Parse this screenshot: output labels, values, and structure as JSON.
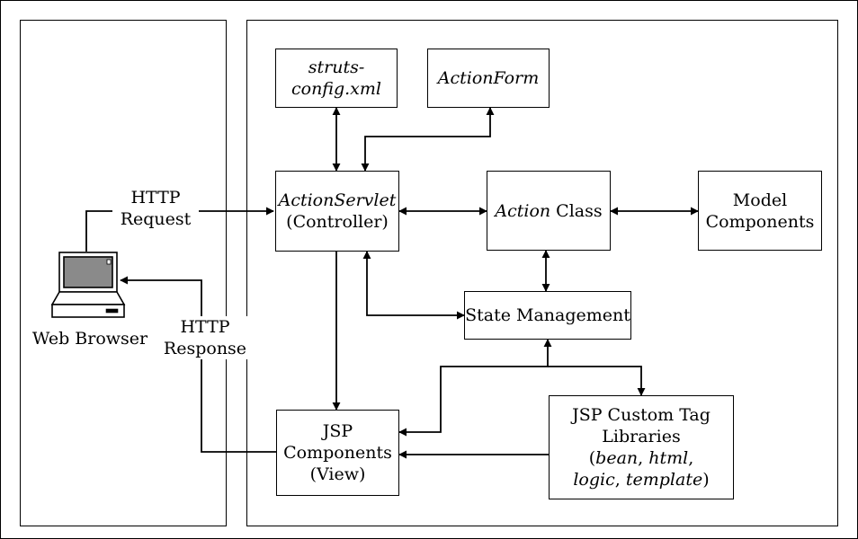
{
  "client": {
    "label": "Web Browser",
    "request_line1": "HTTP",
    "request_line2": "Request",
    "response_line1": "HTTP",
    "response_line2": "Response"
  },
  "boxes": {
    "struts_config": {
      "line1": "struts-",
      "line2": "config.xml"
    },
    "action_form": {
      "text": "ActionForm"
    },
    "action_servlet": {
      "line1": "ActionServlet",
      "line2": "(Controller)"
    },
    "action_class": {
      "italic": "Action",
      "rest": " Class"
    },
    "model": {
      "line1": "Model",
      "line2": "Components"
    },
    "state": {
      "text": "State Management"
    },
    "jsp_components": {
      "line1": "JSP",
      "line2": "Components",
      "line3": "(View)"
    },
    "tag_libraries": {
      "line1": "JSP Custom Tag",
      "line2": "Libraries",
      "open": "(",
      "bean": "bean",
      "sep1": ", ",
      "html": "html",
      "sep2": ",",
      "logic": "logic",
      "sep3": ", ",
      "template": "template",
      "close": ")"
    }
  }
}
